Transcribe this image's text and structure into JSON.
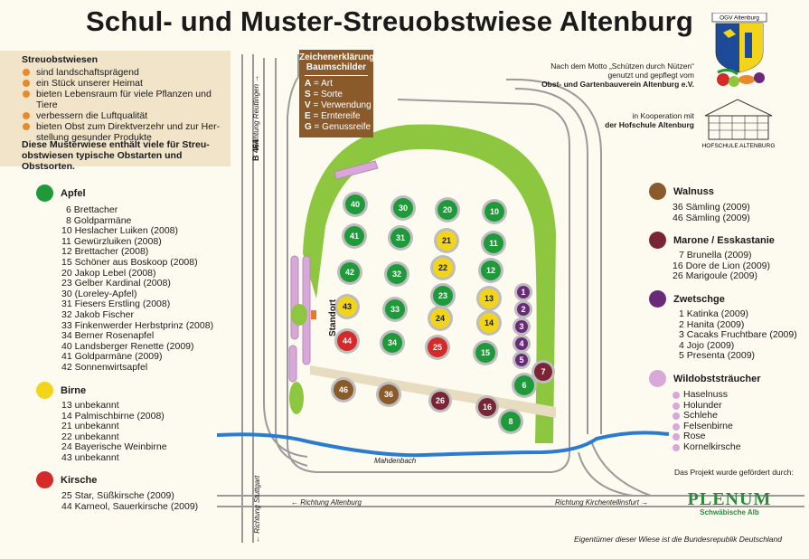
{
  "title": "Schul- und Muster-Streuobstwiese Altenburg",
  "info": {
    "heading": "Streuobstwiesen",
    "bullets": [
      "sind landschaftsprägend",
      "ein Stück unserer Heimat",
      "bieten Lebensraum für viele Pflanzen und Tiere",
      "verbessern die Luftqualität",
      "bieten Obst zum Direktverzehr und zur Her-\nstellung gesunder Produkte"
    ],
    "footer": "Diese Musterwiese enthält viele für Streu-\nobstwiesen typische Obstarten und Obstsorten."
  },
  "sign_legend": {
    "title": "Zeichenerklärung\nBaumschilder",
    "rows": [
      {
        "key": "A",
        "text": " = Art"
      },
      {
        "key": "S",
        "text": " = Sorte"
      },
      {
        "key": "V",
        "text": " = Verwendung"
      },
      {
        "key": "E",
        "text": " = Erntereife"
      },
      {
        "key": "G",
        "text": " = Genussreife"
      }
    ]
  },
  "credits": {
    "motto1": "Nach dem Motto „Schützen durch Nützen“",
    "motto2": "genutzt und gepflegt vom",
    "motto3": "Obst- und Gartenbauverein Altenburg e.V.",
    "coop1": "in Kooperation mit",
    "coop2": "der Hofschule Altenburg",
    "ogv_logo_text": "OGV Altenburg",
    "school_logo_text": "HOFSCHULE ALTENBURG",
    "funded": "Das Projekt wurde gefördert durch:",
    "plenum": "PLENUM",
    "plenum_sub": "Schwäbische Alb",
    "owner": "Eigentümer dieser Wiese ist die Bundesrepublik Deutschland"
  },
  "colors": {
    "apfel": "#1f9a3a",
    "birne": "#f2d51a",
    "kirsche": "#d42a2a",
    "walnuss": "#8a5a2b",
    "marone": "#7a2535",
    "zwetschge": "#6a2a7a",
    "wild": "#d8a8d8",
    "road": "#999999",
    "stream": "#2b7bd0",
    "grass": "#8dc63f"
  },
  "categories": {
    "apfel": {
      "name": "Apfel",
      "items": [
        "6 Brettacher",
        "8 Goldparmäne",
        "10 Heslacher Luiken (2008)",
        "11 Gewürzluiken (2008)",
        "12 Brettacher (2008)",
        "15 Schöner aus Boskoop (2008)",
        "20 Jakop Lebel (2008)",
        "23 Gelber Kardinal (2008)",
        "30 (Loreley-Apfel)",
        "31 Fiesers Erstling (2008)",
        "32 Jakob Fischer",
        "33 Finkenwerder Herbstprinz (2008)",
        "34 Berner Rosenapfel",
        "40 Landsberger Renette (2009)",
        "41 Goldparmäne (2009)",
        "42 Sonnenwirtsapfel"
      ]
    },
    "birne": {
      "name": "Birne",
      "items": [
        "13 unbekannt",
        "14 Palmischbirne (2008)",
        "21 unbekannt",
        "22 unbekannt",
        "24 Bayerische Weinbirne",
        "43 unbekannt"
      ]
    },
    "kirsche": {
      "name": "Kirsche",
      "items": [
        "25 Star, Süßkirsche (2009)",
        "44 Karneol, Sauerkirsche (2009)"
      ]
    },
    "walnuss": {
      "name": "Walnuss",
      "items": [
        "36 Sämling (2009)",
        "46 Sämling (2009)"
      ]
    },
    "marone": {
      "name": "Marone / Esskastanie",
      "items": [
        "7 Brunella (2009)",
        "16 Dore de Lion (2009)",
        "26 Marigoule (2009)"
      ]
    },
    "zwetschge": {
      "name": "Zwetschge",
      "items": [
        "1 Katinka (2009)",
        "2 Hanita (2009)",
        "3 Cacaks Fruchtbare (2009)",
        "4 Jojo (2009)",
        "5 Presenta (2009)"
      ]
    },
    "wild": {
      "name": "Wildobststräucher",
      "items": [
        "Haselnuss",
        "Holunder",
        "Schlehe",
        "Felsenbirne",
        "Rose",
        "Kornelkirsche"
      ]
    }
  },
  "map_labels": {
    "road_b464": "B 464",
    "road_reutlingen": "Richtung Reutlingen →",
    "road_stuttgart": "← Richtung Stuttgart",
    "road_altenburg": "← Richtung Altenburg",
    "road_kirchentellinsfurt": "Richtung Kirchentellinsfurt →",
    "stream": "Mahdenbach",
    "standort": "Standort"
  },
  "trees": [
    {
      "n": "40",
      "k": "apfel"
    },
    {
      "n": "30",
      "k": "apfel"
    },
    {
      "n": "20",
      "k": "apfel"
    },
    {
      "n": "10",
      "k": "apfel"
    },
    {
      "n": "41",
      "k": "apfel"
    },
    {
      "n": "31",
      "k": "apfel"
    },
    {
      "n": "21",
      "k": "birne"
    },
    {
      "n": "11",
      "k": "apfel"
    },
    {
      "n": "42",
      "k": "apfel"
    },
    {
      "n": "32",
      "k": "apfel"
    },
    {
      "n": "22",
      "k": "birne"
    },
    {
      "n": "12",
      "k": "apfel"
    },
    {
      "n": "43",
      "k": "birne"
    },
    {
      "n": "33",
      "k": "apfel"
    },
    {
      "n": "23",
      "k": "apfel"
    },
    {
      "n": "13",
      "k": "birne"
    },
    {
      "n": "24",
      "k": "birne"
    },
    {
      "n": "14",
      "k": "birne"
    },
    {
      "n": "44",
      "k": "kirsche"
    },
    {
      "n": "34",
      "k": "apfel"
    },
    {
      "n": "25",
      "k": "kirsche"
    },
    {
      "n": "15",
      "k": "apfel"
    },
    {
      "n": "1",
      "k": "zwetschge"
    },
    {
      "n": "2",
      "k": "zwetschge"
    },
    {
      "n": "3",
      "k": "zwetschge"
    },
    {
      "n": "4",
      "k": "zwetschge"
    },
    {
      "n": "5",
      "k": "zwetschge"
    },
    {
      "n": "7",
      "k": "marone"
    },
    {
      "n": "6",
      "k": "apfel"
    },
    {
      "n": "46",
      "k": "walnuss"
    },
    {
      "n": "36",
      "k": "walnuss"
    },
    {
      "n": "26",
      "k": "marone"
    },
    {
      "n": "16",
      "k": "marone"
    },
    {
      "n": "8",
      "k": "apfel"
    }
  ]
}
